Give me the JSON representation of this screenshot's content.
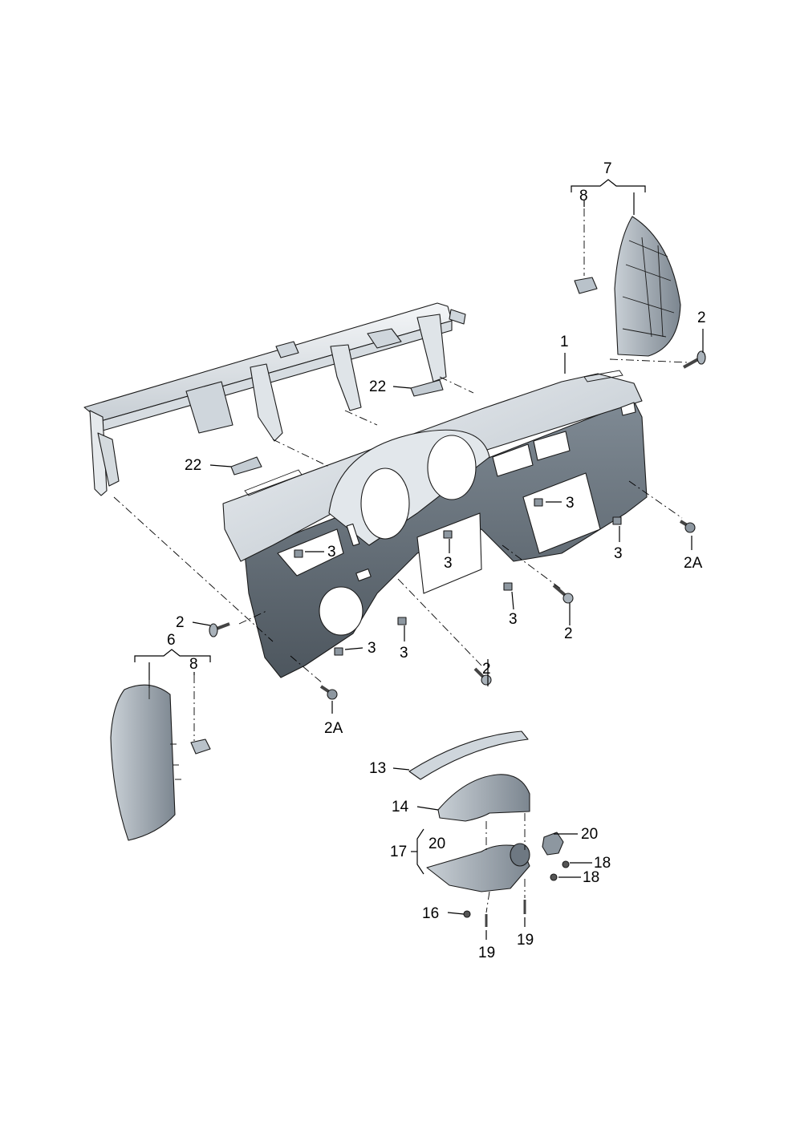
{
  "callouts": {
    "c1": "1",
    "c2_right_top": "2",
    "c2a_right": "2A",
    "c2_left": "2",
    "c2a_left": "2A",
    "c2_center": "2",
    "c2_mid": "2",
    "c3_a": "3",
    "c3_b": "3",
    "c3_c": "3",
    "c3_d": "3",
    "c3_e": "3",
    "c3_f": "3",
    "c3_g": "3",
    "c6": "6",
    "c7": "7",
    "c8_right": "8",
    "c8_left": "8",
    "c13": "13",
    "c14": "14",
    "c16": "16",
    "c17": "17",
    "c18_a": "18",
    "c18_b": "18",
    "c19_a": "19",
    "c19_b": "19",
    "c20_a": "20",
    "c20_b": "20",
    "c22_a": "22",
    "c22_b": "22"
  },
  "colors": {
    "part_fill": "#c4ccd3",
    "part_dark": "#5e6770",
    "part_mid": "#8d97a0",
    "part_light": "#e3e8ec",
    "outline": "#1a1a1a"
  }
}
